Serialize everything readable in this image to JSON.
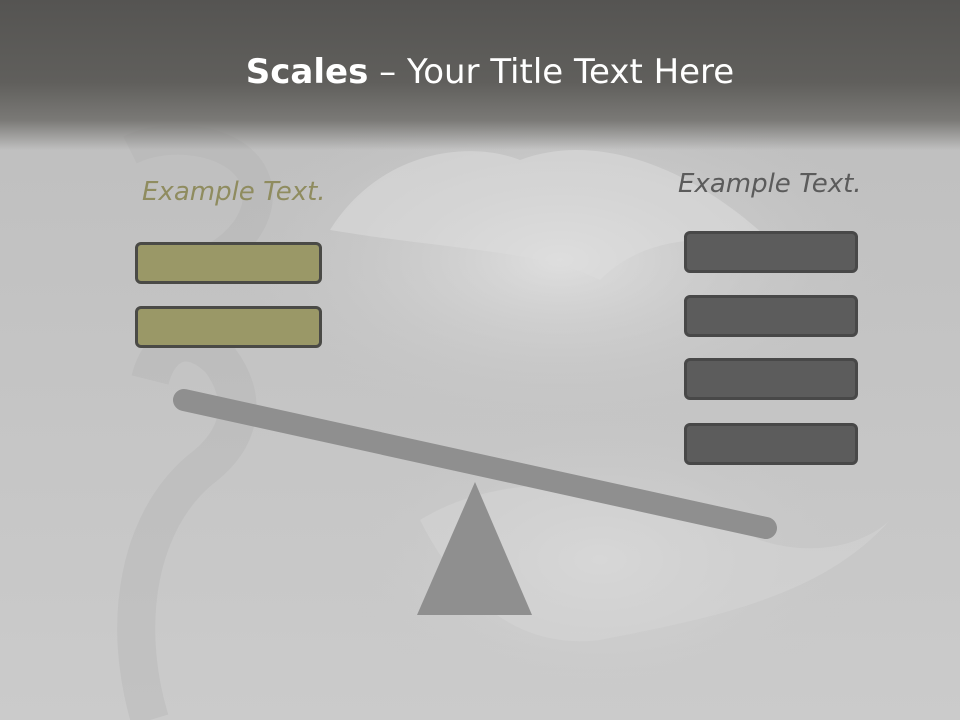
{
  "slide": {
    "title_bold": "Scales",
    "title_rest": " – Your Title Text Here"
  },
  "left_group": {
    "caption": "Example Text.",
    "box_count": 2,
    "color": "#9a9867"
  },
  "right_group": {
    "caption": "Example Text.",
    "box_count": 4,
    "color": "#5c5c5c"
  },
  "scale": {
    "beam_color": "#8f8f8f",
    "fulcrum_color": "#8f8f8f",
    "tilt": "down-right"
  }
}
